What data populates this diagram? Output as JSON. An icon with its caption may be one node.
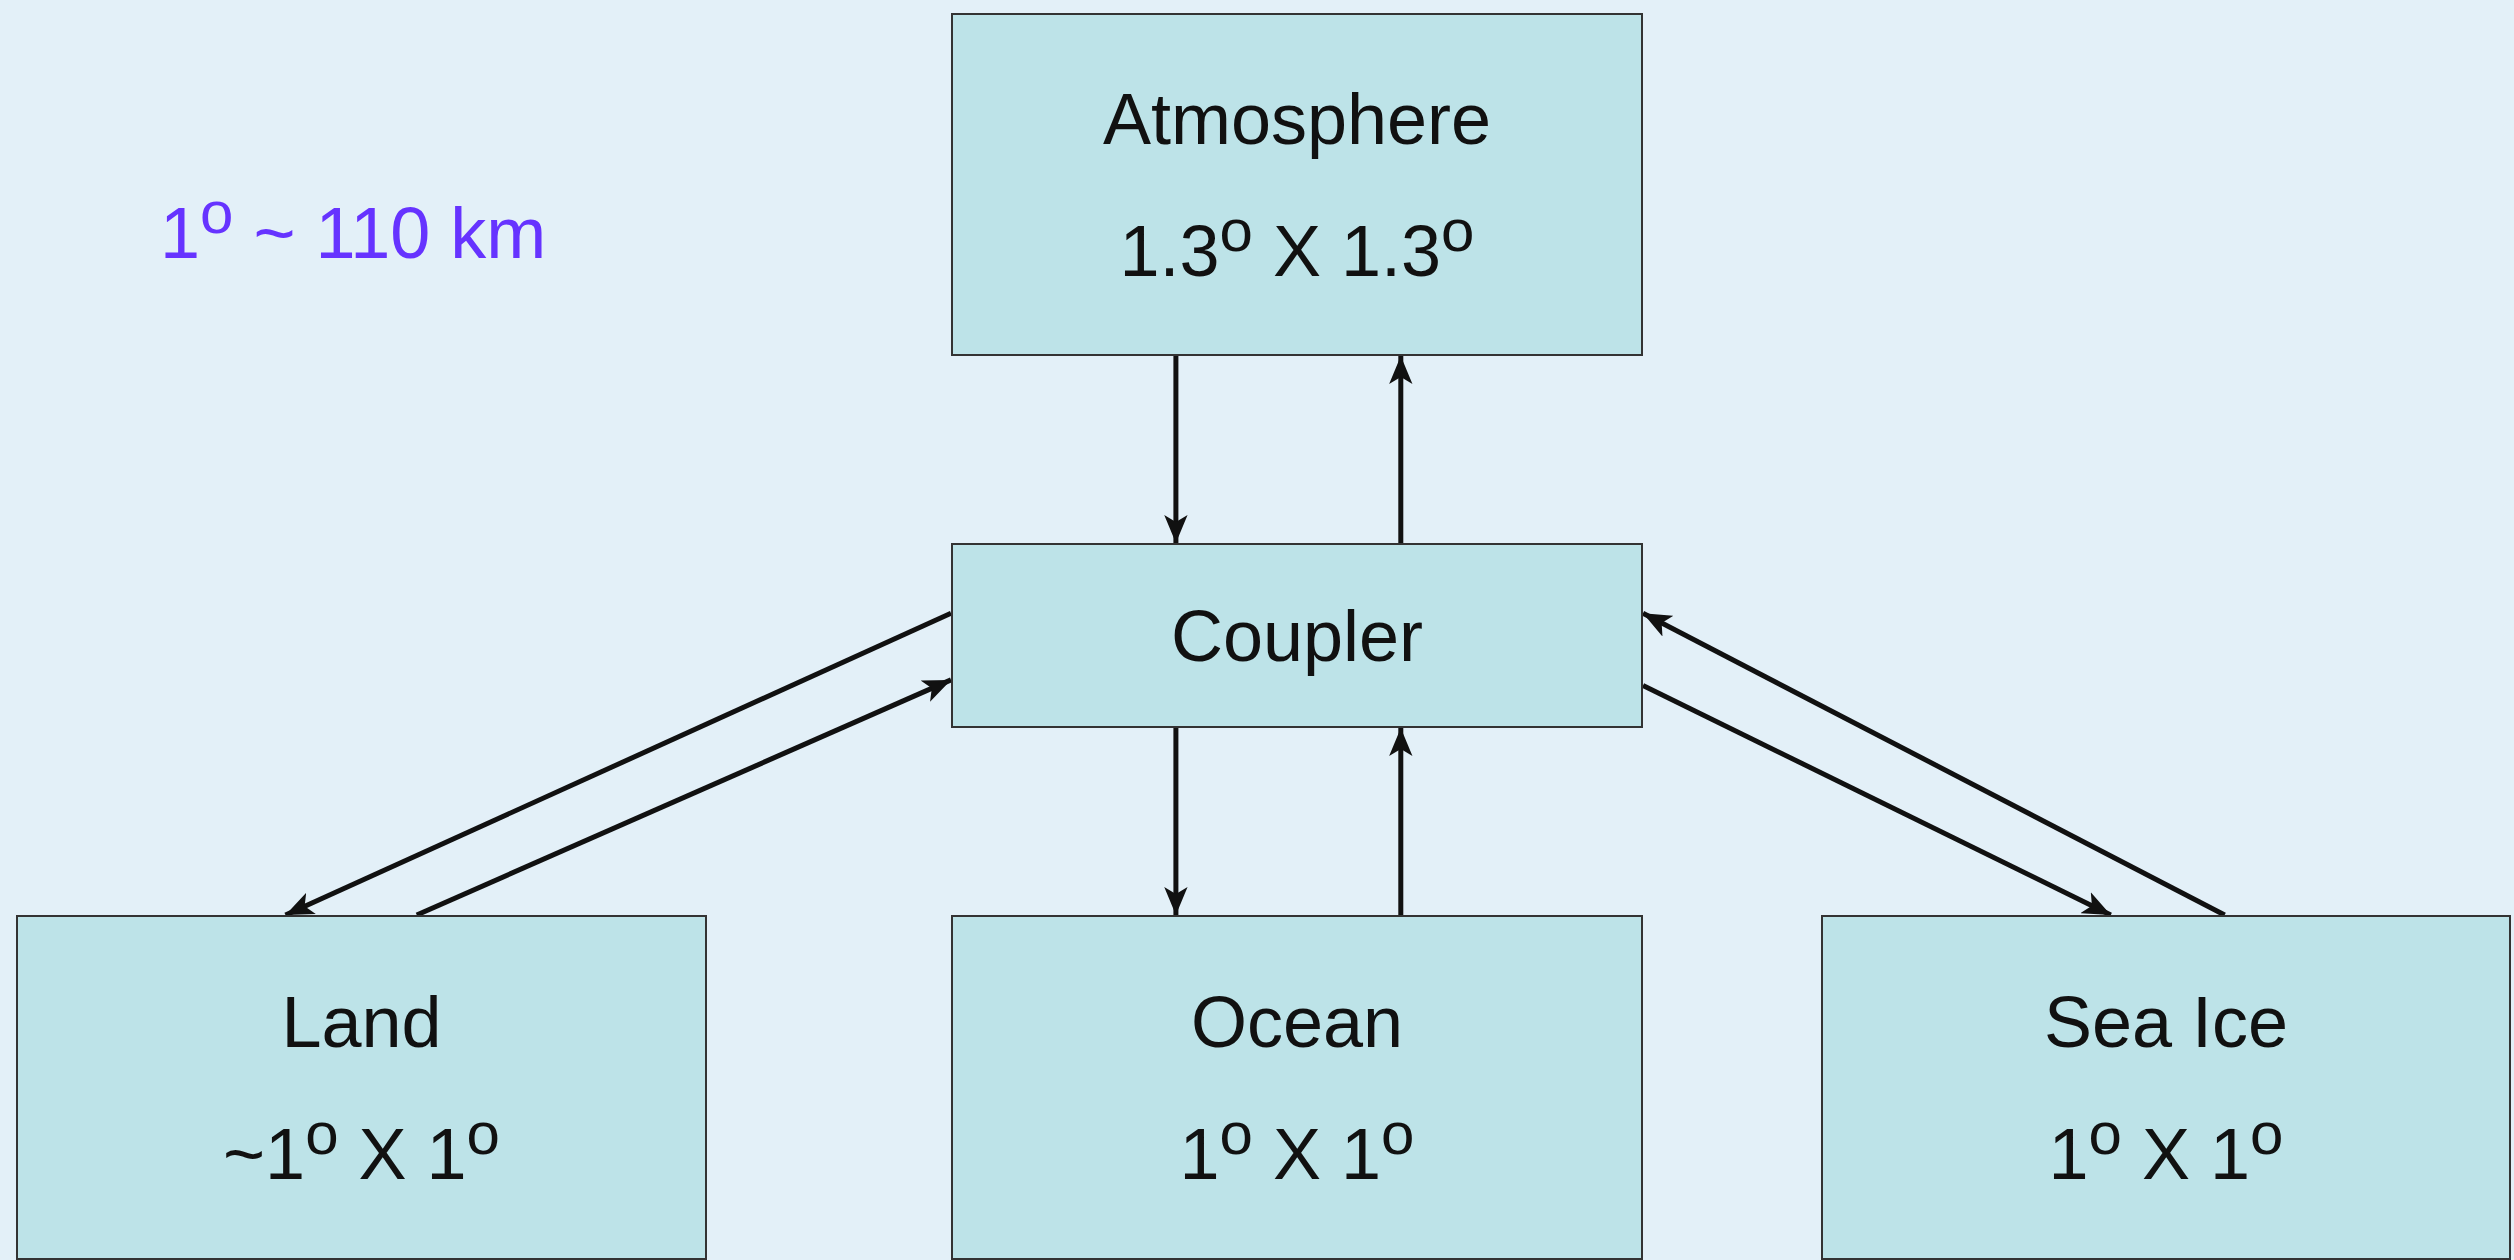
{
  "diagram": {
    "nodes": [
      {
        "text": [
          "Atmosphere",
          "1.3$^{o}$ X 1.3$^{o}$"
        ]
      },
      {
        "text": [
          "Coupler"
        ]
      },
      {
        "text": [
          "Land",
          "~1$^{o}$ X 1$^{o}$"
        ]
      },
      {
        "text": [
          "Ocean",
          "1$^{o}$ X 1$^{o}$"
        ]
      },
      {
        "text": [
          "Sea Ice",
          "1$^{o}$ X 1$^{o}$"
        ]
      }
    ],
    "edges": [
      {
        "from": 0,
        "to": 1,
        "arrow": "to"
      },
      {
        "from": 1,
        "to": 0,
        "arrow": "to"
      },
      {
        "from": 1,
        "to": 2,
        "arrow": "to"
      },
      {
        "from": 2,
        "to": 1,
        "arrow": "to"
      },
      {
        "from": 1,
        "to": 3,
        "arrow": "to"
      },
      {
        "from": 3,
        "to": 1,
        "arrow": "to"
      },
      {
        "from": 1,
        "to": 4,
        "arrow": "to"
      },
      {
        "from": 4,
        "to": 1,
        "arrow": "to"
      }
    ],
    "labels": [
      "1$^{o}$ ~ 110 km"
    ]
  }
}
